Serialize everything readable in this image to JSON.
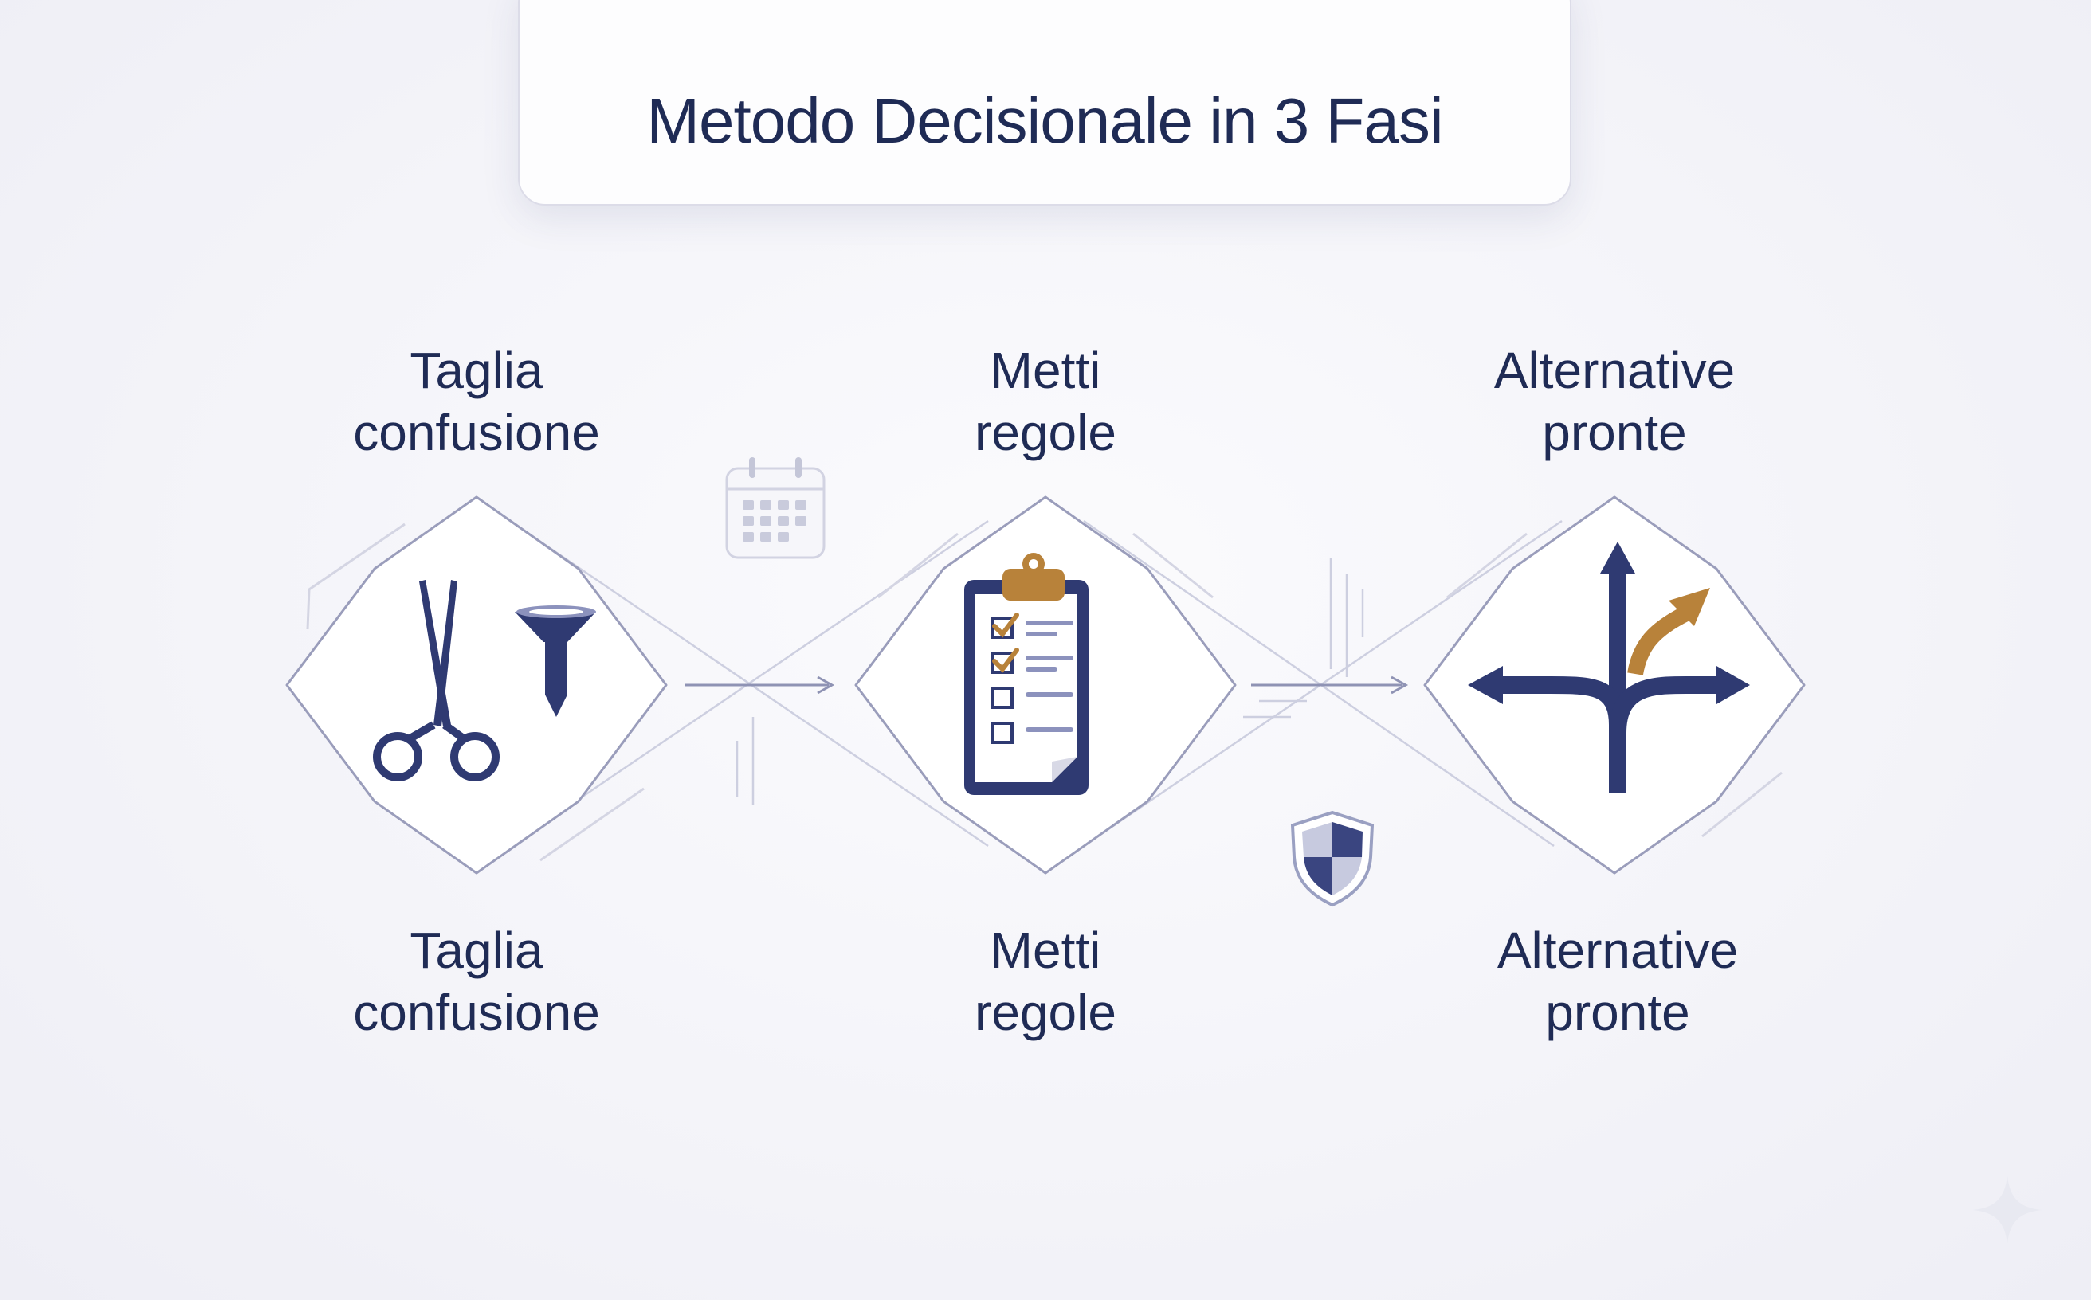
{
  "title": "Metodo Decisionale in 3 Fasi",
  "steps": [
    {
      "label_top": [
        "Taglia",
        "confusione"
      ],
      "label_bottom": [
        "Taglia",
        "confusione"
      ],
      "icon": "scissors-funnel-icon"
    },
    {
      "label_top": [
        "Metti",
        "regole"
      ],
      "label_bottom": [
        "Metti",
        "regole"
      ],
      "icon": "clipboard-checklist-icon"
    },
    {
      "label_top": [
        "Alternative",
        "pronte"
      ],
      "label_bottom": [
        "Alternative",
        "pronte"
      ],
      "icon": "branching-arrows-icon"
    }
  ],
  "decorations": [
    "calendar-icon",
    "shield-icon",
    "sparkle-icon"
  ],
  "colors": {
    "navy": "#2f3a72",
    "accent": "#b8823a",
    "line": "#c9cadb",
    "text": "#1f2b55"
  }
}
